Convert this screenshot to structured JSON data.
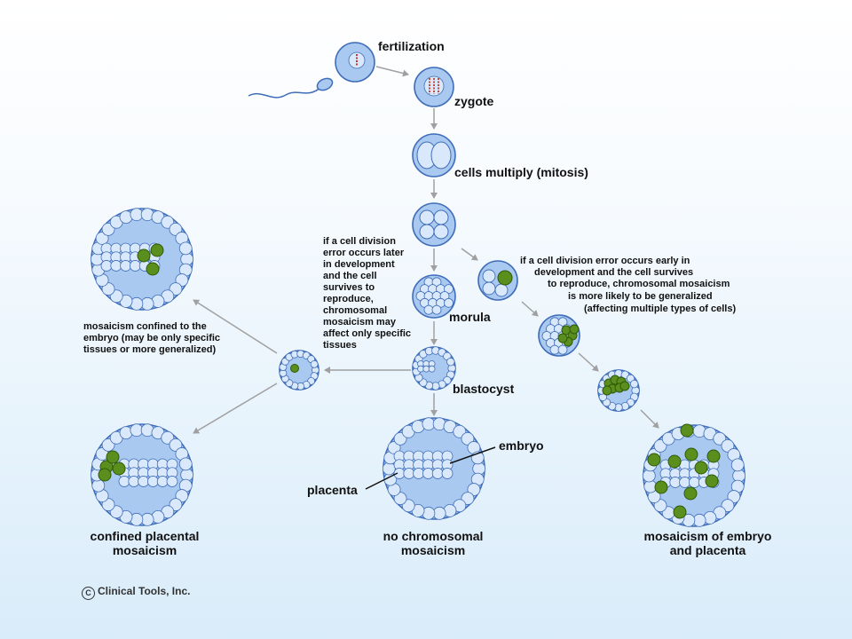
{
  "labels": {
    "fertilization": "fertilization",
    "zygote": "zygote",
    "mitosis": "cells multiply (mitosis)",
    "morula": "morula",
    "blastocyst": "blastocyst",
    "embryo": "embryo",
    "placenta": "placenta",
    "late_error_note": "if a cell division error occurs later in development and the cell survives to reproduce, chromosomal mosaicism may affect only specific tissues",
    "early_error_note_lines": [
      "if a cell division error occurs early  in",
      "development and the cell survives",
      "to reproduce, chromosomal mosaicism",
      "is more likely to be generalized",
      "(affecting multiple types of cells)"
    ],
    "embryo_confined": "mosaicism confined to the embryo (may be only specific tissues or more generalized)",
    "outcome_placental": "confined placental mosaicism",
    "outcome_none": "no chromosomal mosaicism",
    "outcome_both": "mosaicism of embryo and placenta",
    "copyright": "Clinical Tools, Inc.",
    "copyright_symbol": "C"
  },
  "colors": {
    "cell_fill": "#a9c9f1",
    "cell_stroke": "#3f6db8",
    "inner_cell": "#d9e9fb",
    "mosaic_cell": "#5a8f1e",
    "arrow": "#a0a0a0"
  }
}
